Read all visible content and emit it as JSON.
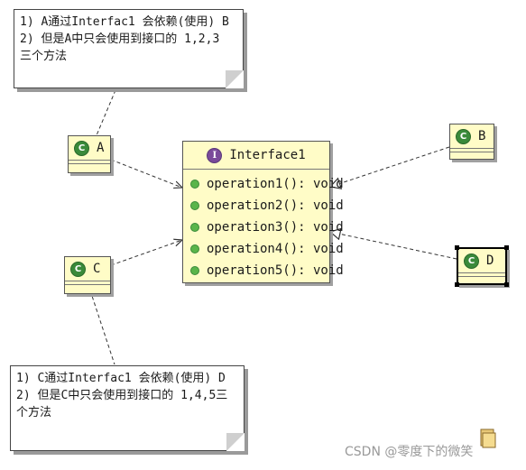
{
  "notes": {
    "note_a": [
      "1) A通过Interfac1 会依赖(使用) B",
      "2) 但是A中只会使用到接口的 1,2,3",
      "三个方法"
    ],
    "note_c": [
      "1) C通过Interfac1 会依赖(使用) D",
      "2) 但是C中只会使用到接口的 1,4,5三",
      "个方法"
    ]
  },
  "classes": {
    "a": "A",
    "b": "B",
    "c": "C",
    "d": "D"
  },
  "interface": {
    "name": "Interface1",
    "operations": [
      "operation1(): void",
      "operation2(): void",
      "operation3(): void",
      "operation4(): void",
      "operation5(): void"
    ]
  },
  "icons": {
    "class_icon_letter": "C",
    "interface_icon_letter": "I"
  },
  "watermark": "CSDN @零度下的微笑",
  "colors": {
    "class_fill": "#fffcc7",
    "class_icon": "#3a8a3a",
    "interface_icon": "#7a4a9a",
    "operation_dot": "#5ab54a"
  }
}
